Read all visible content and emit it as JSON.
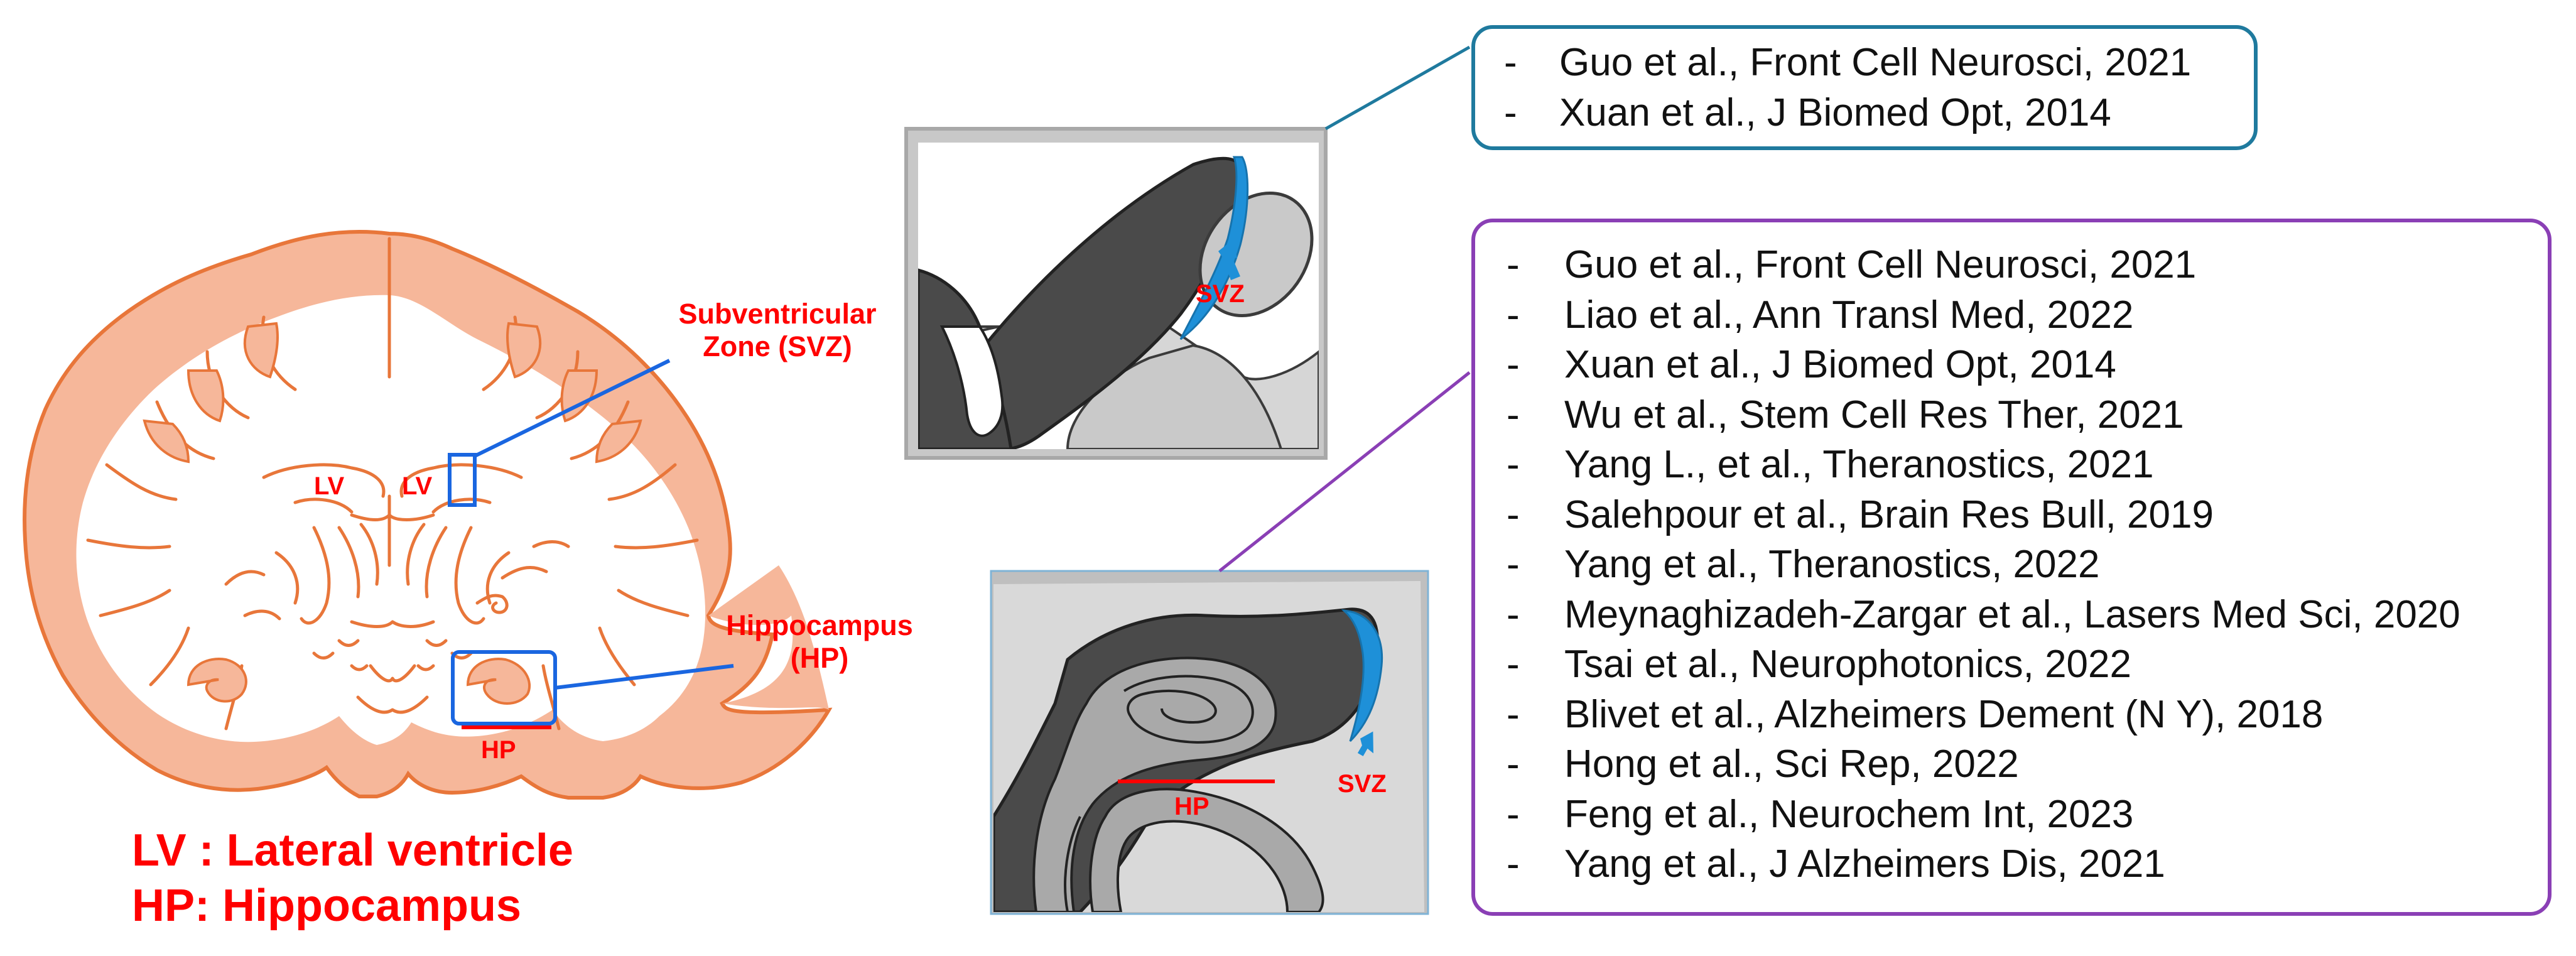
{
  "labels": {
    "svz_title_line1": "Subventricular",
    "svz_title_line2": "Zone (SVZ)",
    "hp_title_line1": "Hippocampus",
    "hp_title_line2": "(HP)",
    "lv_left": "LV",
    "lv_right": "LV",
    "hp_brain": "HP",
    "svz_inset_top": "SVZ",
    "svz_inset_bottom": "SVZ",
    "hp_inset": "HP"
  },
  "legend": {
    "lv": "LV : Lateral ventricle",
    "hp": "HP: Hippocampus"
  },
  "svz_references": {
    "dash": "-",
    "items": [
      "Guo et al., Front Cell Neurosci, 2021",
      "Xuan et al., J Biomed Opt, 2014"
    ]
  },
  "hp_references": {
    "dash": "-",
    "items": [
      "Guo et al., Front Cell Neurosci, 2021",
      "Liao et al., Ann Transl Med, 2022",
      "Xuan et al., J Biomed Opt, 2014",
      "Wu et al., Stem Cell Res Ther, 2021",
      "Yang L., et al., Theranostics, 2021",
      "Salehpour et al., Brain Res Bull, 2019",
      "Yang et al., Theranostics, 2022",
      "Meynaghizadeh-Zargar et al., Lasers Med Sci, 2020",
      "Tsai et al., Neurophotonics, 2022",
      "Blivet et al., Alzheimers Dement (N Y), 2018",
      "Hong et al., Sci Rep, 2022",
      "Feng et al., Neurochem Int, 2023",
      "Yang et al., J Alzheimers Dis, 2021"
    ]
  },
  "colors": {
    "cortex_fill": "#f6b79a",
    "brain_outline": "#e8763a",
    "label_red": "#ff0000",
    "highlight_blue": "#1a66e0",
    "svz_box_border": "#1f7a9e",
    "hp_box_border": "#8a3fb5",
    "inset_dark": "#4a4a4a",
    "inset_light": "#c8c8c8",
    "svz_blue": "#1e90d8"
  }
}
